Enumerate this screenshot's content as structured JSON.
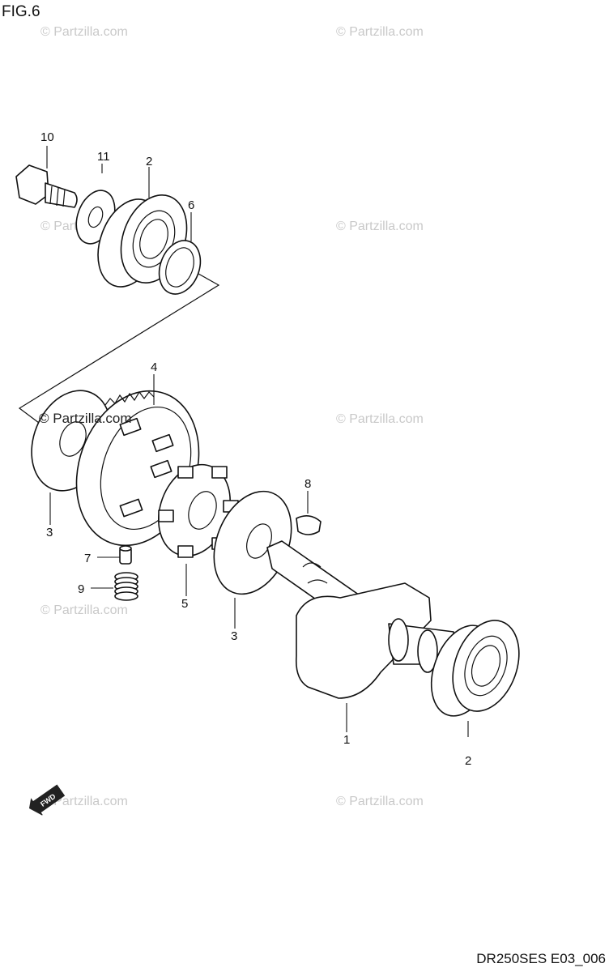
{
  "figure": {
    "title": "FIG.6",
    "doc_code": "DR250SES E03_006"
  },
  "watermark": {
    "text": "© Partzilla.com"
  },
  "callouts": [
    "10",
    "11",
    "2",
    "6",
    "4",
    "3",
    "8",
    "7",
    "9",
    "5",
    "3",
    "1",
    "2"
  ],
  "fwd_badge": {
    "text": "FWD"
  }
}
